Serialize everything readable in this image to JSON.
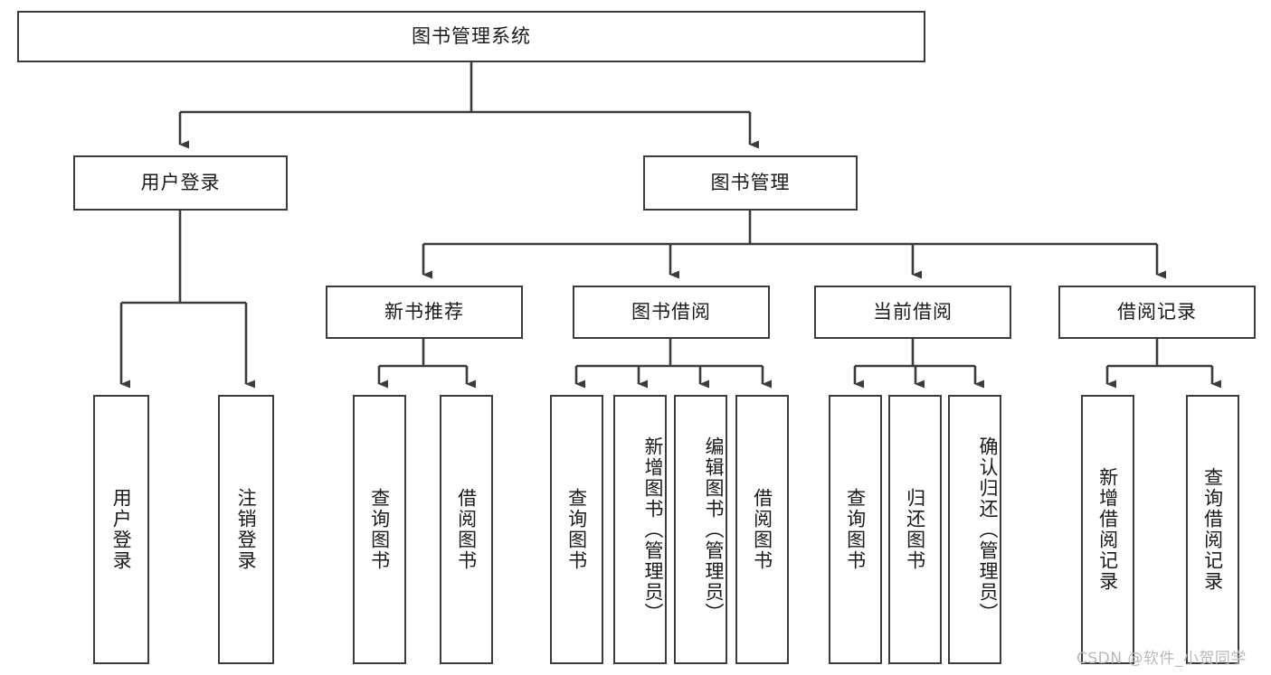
{
  "diagram": {
    "title": "图书管理系统",
    "type": "tree-hierarchy-chart",
    "root": {
      "label": "图书管理系统"
    },
    "level1": [
      {
        "label": "用户登录"
      },
      {
        "label": "图书管理"
      }
    ],
    "level2": [
      {
        "label": "新书推荐"
      },
      {
        "label": "图书借阅"
      },
      {
        "label": "当前借阅"
      },
      {
        "label": "借阅记录"
      }
    ],
    "leaves": {
      "user_login": [
        {
          "label": "用户登录"
        },
        {
          "label": "注销登录"
        }
      ],
      "new_book_recommend": [
        {
          "label": "查询图书"
        },
        {
          "label": "借阅图书"
        }
      ],
      "book_borrow": [
        {
          "label": "查询图书"
        },
        {
          "label": "新增图书（管理员）"
        },
        {
          "label": "编辑图书（管理员）"
        },
        {
          "label": "借阅图书"
        }
      ],
      "current_borrow": [
        {
          "label": "查询图书"
        },
        {
          "label": "归还图书"
        },
        {
          "label": "确认归还（管理员）"
        }
      ],
      "borrow_record": [
        {
          "label": "新增借阅记录"
        },
        {
          "label": "查询借阅记录"
        }
      ]
    }
  },
  "watermark": {
    "text": "CSDN @软件_小贺同学"
  },
  "colors": {
    "stroke": "#3b3b3b",
    "background": "#ffffff",
    "text": "#1a1a1a",
    "watermark": "#b9b9b9"
  }
}
